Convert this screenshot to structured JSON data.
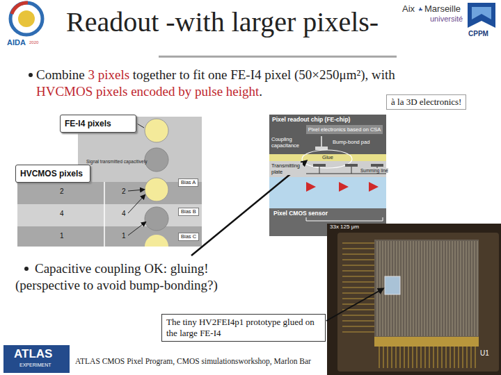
{
  "diagram": {
    "title": "Readout -with larger pixels-",
    "nodes": [
      {
        "text": [
          "à la 3D electronics!"
        ]
      },
      {
        "text": [
          "FE-I4 pixels"
        ]
      },
      {
        "text": [
          "HVCMOS pixels"
        ]
      },
      {
        "text": [
          "Bias A"
        ]
      },
      {
        "text": [
          "Bias B"
        ]
      },
      {
        "text": [
          "Bias C"
        ]
      },
      {
        "text": [
          "Pixel readout chip (FE-chip)"
        ]
      },
      {
        "text": [
          "Pixel electronics based on CSA"
        ],
        "in": 6
      },
      {
        "text": [
          "Glue"
        ]
      },
      {
        "text": [
          "Pixel CMOS sensor"
        ]
      },
      {
        "text": [
          "The tiny HV2FEI4p1 prototype glued on the large FE-I4"
        ]
      }
    ],
    "labels": [
      "Combine",
      "3 pixels",
      "together to fit one FE-I4 pixel (50×250μm²), with",
      "HVCMOS pixels encoded by pulse height",
      ".",
      "Signal transmitted capacitively",
      "2",
      "4",
      "1",
      "2",
      "4",
      "1",
      "Coupling capacitance",
      "Bump-bond pad",
      "Transmitting plate",
      "Summing line",
      "33x 125 μm",
      "Capacitive coupling OK: gluing!",
      "(perspective to avoid bump-bonding?)",
      "ATLAS CMOS Pixel Program, CMOS simulationsworkshop, Marlon Bar",
      "AIDA",
      "2020",
      "Aix",
      "Marseille",
      "université",
      "CPPM",
      "ATLAS",
      "EXPERIMENT",
      "U1"
    ]
  }
}
